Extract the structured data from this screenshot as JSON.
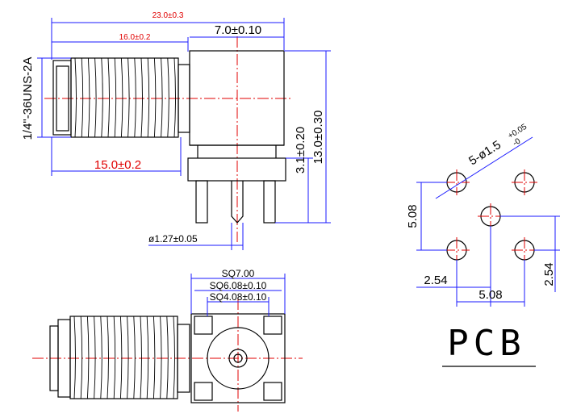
{
  "dimensions": {
    "overall_length": "23.0±0.3",
    "thread_length": "16.0±0.2",
    "body_width": "7.0±0.10",
    "thread_spec": "1/4\"-36UNS-2A",
    "thread_span": "15.0±0.2",
    "base_height": "3.1±0.20",
    "total_height": "13.0±0.30",
    "pin_diameter": "ø1.27±0.05",
    "sq_outer": "SQ7.00",
    "sq_mid": "SQ6.08±0.10",
    "sq_inner": "SQ4.08±0.10",
    "hole_spec": "5-ø1.5",
    "hole_tol_plus": "+0.05",
    "hole_tol_minus": "-0",
    "pcb_5_08_v": "5.08",
    "pcb_2_54_h": "2.54",
    "pcb_5_08_h": "5.08",
    "pcb_2_54_v": "2.54"
  },
  "pcb_label": "PCB",
  "colors": {
    "outline": "#000000",
    "dimension": "#1a1aff",
    "centerline": "#e00000"
  }
}
